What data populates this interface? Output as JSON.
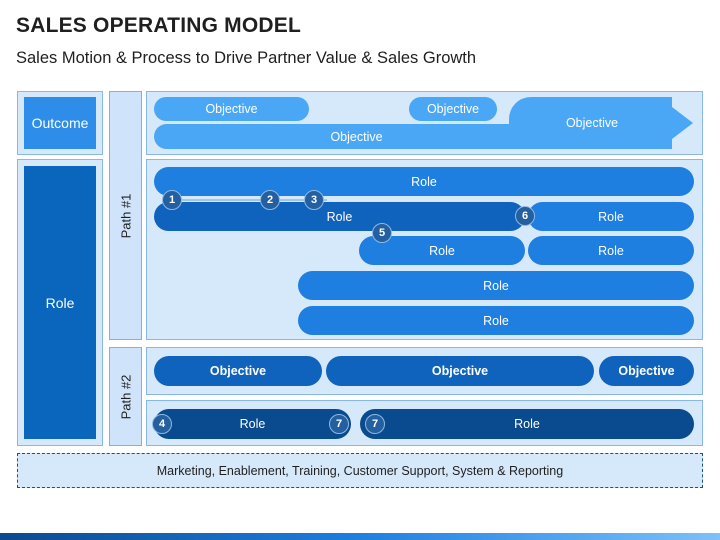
{
  "header": {
    "title": "SALES OPERATING MODEL",
    "subtitle": "Sales Motion & Process to Drive Partner Value & Sales Growth"
  },
  "left_column": {
    "outcome": "Outcome",
    "role": "Role"
  },
  "paths": {
    "path1": "Path #1",
    "path2": "Path #2"
  },
  "outcome_row": {
    "objective_top_left": "Objective",
    "objective_top_mid": "Objective",
    "objective_wide": "Objective",
    "objective_arrow": "Objective"
  },
  "path1_roles": {
    "row1": "Role",
    "row2_left": "Role",
    "row2_right": "Role",
    "row3_left": "Role",
    "row3_right": "Role",
    "row4": "Role",
    "row5": "Role"
  },
  "path1_steps": [
    "1",
    "2",
    "3",
    "5",
    "6"
  ],
  "path2_objectives": [
    "Objective",
    "Objective",
    "Objective"
  ],
  "path2_roles": {
    "left": "Role",
    "right": "Role",
    "steps": [
      "4",
      "7",
      "7"
    ]
  },
  "footer": "Marketing, Enablement, Training, Customer Support, System & Reporting",
  "colors": {
    "light": "#4aa7f5",
    "mid": "#1e7fe0",
    "dark": "#0f63bd",
    "navy": "#0a4a8e",
    "panel": "#d6e9fb"
  }
}
